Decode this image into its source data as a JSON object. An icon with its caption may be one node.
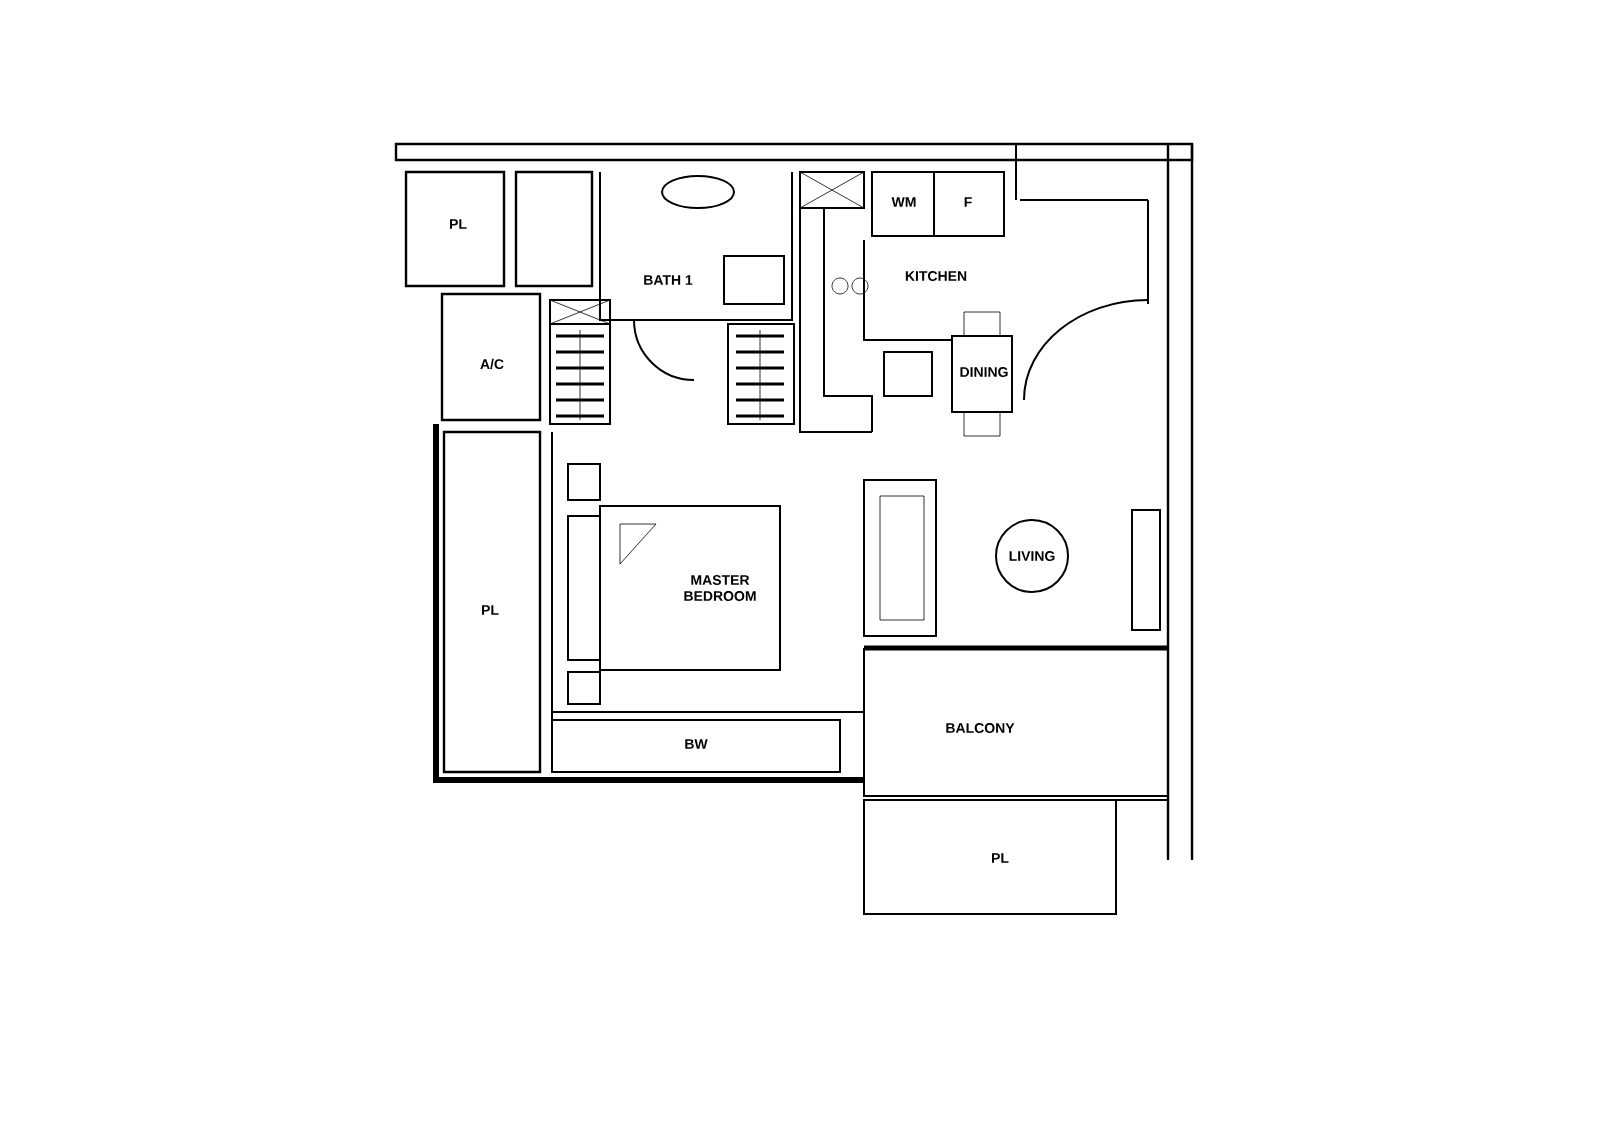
{
  "diagram": {
    "labels": [
      "PL",
      "BATH 1",
      "WM",
      "F",
      "KITCHEN",
      "A/C",
      "DINING",
      "MASTER BEDROOM",
      "LIVING",
      "PL",
      "BW",
      "BALCONY",
      "PL"
    ]
  }
}
